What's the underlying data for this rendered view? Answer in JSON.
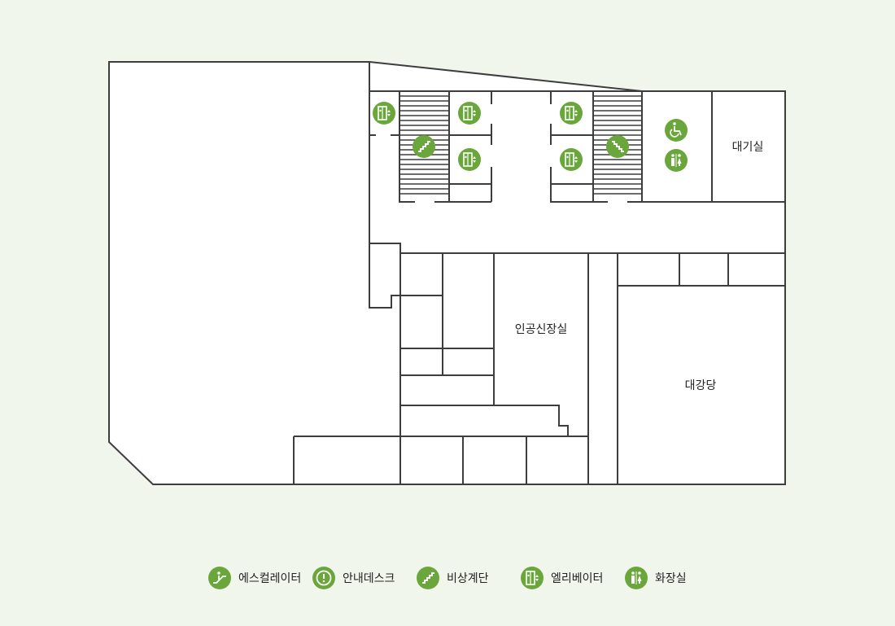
{
  "rooms": {
    "waiting_room": "대기실",
    "artificial_kidney_room": "인공신장실",
    "auditorium": "대강당"
  },
  "legend": [
    {
      "icon": "escalator-icon",
      "label": "에스컬레이터"
    },
    {
      "icon": "info-desk-icon",
      "label": "안내데스크"
    },
    {
      "icon": "emergency-stairs-icon",
      "label": "비상계단"
    },
    {
      "icon": "elevator-icon",
      "label": "엘리베이터"
    },
    {
      "icon": "restroom-icon",
      "label": "화장실"
    }
  ],
  "colors": {
    "background": "#f1f6ec",
    "accent": "#6aa63b",
    "wall": "#3d3d3d",
    "floor": "#ffffff"
  }
}
